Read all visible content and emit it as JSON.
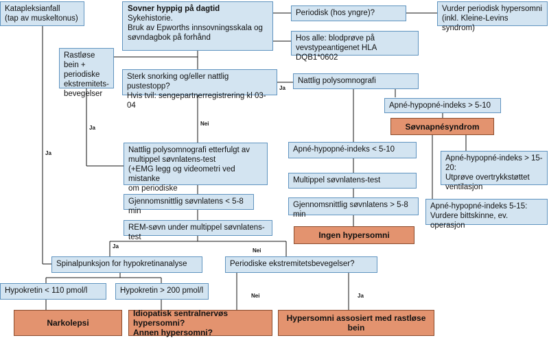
{
  "nodes": {
    "kataplexi": {
      "line1": "Katapleksianfall",
      "line2": "(tap av muskeltonus)"
    },
    "sovner": {
      "title": "Sovner hyppig på dagtid",
      "line1": "Sykehistorie.",
      "line2": "Bruk av Epworths innsovningsskala og",
      "line3": "søvndagbok på forhånd"
    },
    "periodisk_yngre": {
      "text": "Periodisk (hos yngre)?"
    },
    "vurder_periodisk": {
      "line1": "Vurder periodisk hypersomni",
      "line2": "(inkl. Kleine-Levins syndrom)"
    },
    "hos_alle": {
      "line1": "Hos alle: blodprøve på",
      "line2": "vevstypeantigenet HLA DQB1*0602"
    },
    "rastlose": {
      "line1": "Rastløse bein +",
      "line2": "periodiske",
      "line3": "ekstremitets-",
      "line4": "bevegelser"
    },
    "snorking": {
      "line1": "Sterk snorking og/eller nattlig pustestopp?",
      "line2": "Hvis tvil: sengepartnerregistrering kl 03-04"
    },
    "nattlig_poly": {
      "text": "Nattlig polysomnografi"
    },
    "apne_gt": {
      "text": "Apné-hypopné-indeks > 5-10"
    },
    "sovnapne": {
      "text": "Søvnapnésyndrom"
    },
    "nattlig_mslt": {
      "line1": "Nattlig polysomnografi etterfulgt av",
      "line2": "multippel søvnlatens-test",
      "line3": "(+EMG legg og videometri ved mistanke",
      "line4": "om periodiske ekstremitetsbevegelser)"
    },
    "apne_lt": {
      "text": "Apné-hypopné-indeks < 5-10"
    },
    "apne_1520": {
      "line1": "Apné-hypopné-indeks > 15-20:",
      "line2": "Utprøve overtrykkstøttet",
      "line3": "ventilasjon"
    },
    "multippel": {
      "text": "Multippel søvnlatens-test"
    },
    "gj_lt": {
      "text": "Gjennomsnittlig søvnlatens < 5-8 min"
    },
    "gj_gt": {
      "text": "Gjennomsnittlig søvnlatens > 5-8 min"
    },
    "apne_515": {
      "line1": "Apné-hypopné-indeks 5-15:",
      "line2": "Vurdere bittskinne, ev. operasjon"
    },
    "rem": {
      "text": "REM-søvn under multippel søvnlatens-test"
    },
    "ingen": {
      "text": "Ingen hypersomni"
    },
    "spinal": {
      "text": "Spinalpunksjon for hypokretinanalyse"
    },
    "periodiske_ekst": {
      "text": "Periodiske ekstremitetsbevegelser?"
    },
    "hypo_lt": {
      "text": "Hypokretin < 110 pmol/l"
    },
    "hypo_gt": {
      "text": "Hypokretin > 200 pmol/l"
    },
    "narkolepsi": {
      "text": "Narkolepsi"
    },
    "idiopatisk": {
      "line1": "Idiopatisk sentralnervøs hypersomni?",
      "line2": "Annen hypersomni?"
    },
    "hypersomni_rastlose": {
      "text": "Hypersomni assosiert med rastløse bein"
    }
  },
  "edge_labels": {
    "ja_snoring": "Ja",
    "nei_snoring": "Nei",
    "ja_rastlose": "Ja",
    "ja_kataplexi": "Ja",
    "ja_rem": "Ja",
    "nei_rem": "Nei",
    "nei_periodiske": "Nei",
    "ja_periodiske": "Ja"
  },
  "colors": {
    "box_fill": "#d3e4f1",
    "box_border": "#5f93bf",
    "outcome_fill": "#e3936f",
    "line": "#111111"
  }
}
